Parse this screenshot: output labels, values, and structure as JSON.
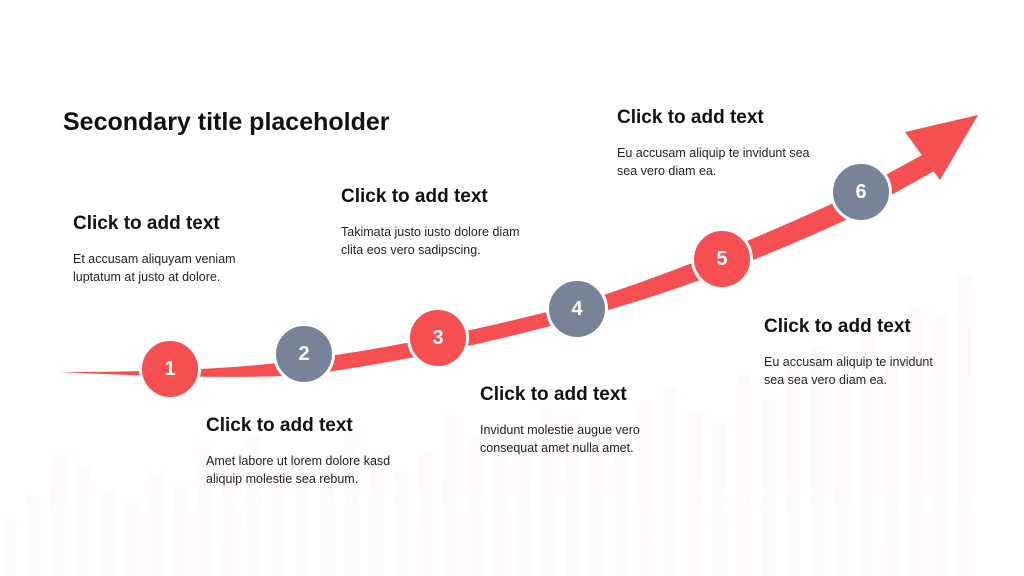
{
  "title": "Secondary title placeholder",
  "colors": {
    "accent": "#f54f52",
    "secondary": "#778397",
    "background_bars": "#fdeeee"
  },
  "steps": [
    {
      "number": "1",
      "heading": "Click to add text",
      "body": "Et accusam aliquyam veniam\nluptatum at justo at dolore.",
      "color": "#f54f52"
    },
    {
      "number": "2",
      "heading": "Click to add text",
      "body": "Amet labore ut lorem dolore kasd\naliquip molestie sea rebum.",
      "color": "#778397"
    },
    {
      "number": "3",
      "heading": "Click to add text",
      "body": "Takimata justo iusto dolore diam\nclita eos vero sadipscing.",
      "color": "#f54f52"
    },
    {
      "number": "4",
      "heading": "Click to add text",
      "body": "Invidunt molestie augue vero\nconsequat amet nulla amet.",
      "color": "#778397"
    },
    {
      "number": "5",
      "heading": "Click to add text",
      "body": "Eu accusam aliquip te invidunt\nsea sea vero diam ea.",
      "color": "#f54f52"
    },
    {
      "number": "6",
      "heading": "Click to add text",
      "body": "Eu accusam aliquip te invidunt sea\nsea vero diam ea.",
      "color": "#778397"
    }
  ]
}
